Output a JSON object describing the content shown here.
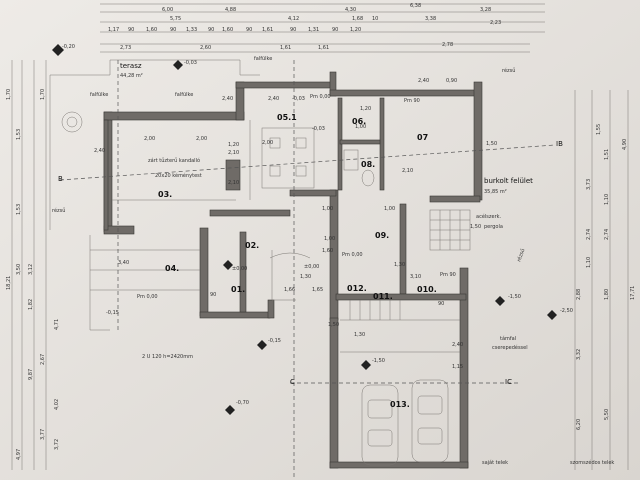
{
  "top_dims": {
    "row1": [
      "6,38"
    ],
    "row2": [
      "6,00",
      "4,88",
      "4,30",
      "3,28"
    ],
    "row3": [
      "5,75",
      "4,12",
      "1,68",
      "10",
      "3,38",
      "2,23"
    ],
    "row4": [
      "1,17",
      "90",
      "1,60",
      "90",
      "1,33",
      "90",
      "1,60",
      "90",
      "1,61",
      "90",
      "1,31",
      "90",
      "1,20"
    ],
    "row5": [
      "2,73",
      "2,60",
      "1,61",
      "1,61",
      "2,78"
    ]
  },
  "left_dims": [
    "1,70",
    "1,53",
    "1,53",
    "3,50",
    "3,12",
    "1,82",
    "9,87",
    "18,21",
    "1,70",
    "4,71",
    "2,67",
    "3,77",
    "4,02",
    "3,72",
    "4,97"
  ],
  "right_dims": [
    "1,55",
    "1,51",
    "3,73",
    "4,90",
    "1,10",
    "2,74",
    "2,74",
    "17,71",
    "1,10",
    "2,88",
    "1,80",
    "3,32",
    "5,50",
    "6,20"
  ],
  "rooms": {
    "r03": "03.",
    "r04": "04.",
    "r05": "05.1",
    "r06": "06.",
    "r07": "07",
    "r08": "08.",
    "r09": "09.",
    "r01": "01.",
    "r02": "02.",
    "r010": "010.",
    "r011": "011.",
    "r012": "012.",
    "r013": "013."
  },
  "labels": {
    "terasz": "terasz",
    "terasz_area": "44,28 m²",
    "kandallo": "zárt tűzterű kandalló",
    "kemeny": "20x20 kéménytest",
    "burkolt": "burkolt felület",
    "burkolt_area": "35,85 m²",
    "acelszerkezet": "acélszerk.",
    "pergola": "pergola",
    "rezsu1": "rézsű",
    "rezsu2": "rézsű",
    "rezsu3": "rézsű",
    "falfulke1": "falfülke",
    "falfulke2": "falfülke",
    "falfulke3": "falfülke",
    "tamfal": "támfal",
    "csorepe": "cserepedéssel",
    "lepcso": "2 U 120 h=2420mm",
    "sajat_telek": "saját telek",
    "szomszedos": "szomszédos telek"
  },
  "sections": {
    "b_left": "B",
    "b_right": "IB",
    "c_left": "C",
    "c_right": "IC"
  },
  "levels": [
    "-0,20",
    "-0,03",
    "-0,03",
    "±0,00",
    "-0,70",
    "-1,50",
    "-1,50",
    "-2,50",
    "-0,15",
    "-0,15",
    "±0,00",
    "-0,03"
  ],
  "room_dims": [
    "2,40",
    "2,00",
    "2,00",
    "2,00",
    "1,20",
    "2,10",
    "2,10",
    "1,00",
    "1,20",
    "1,00",
    "1,50",
    "2,10",
    "1,00",
    "0,90",
    "Pm 0,00",
    "Pm 0,00",
    "Pm 0,00",
    "Pm 90",
    "Pm 90",
    "1,30",
    "1,30",
    "1,00",
    "1,30",
    "3,10",
    "1,66",
    "1,65",
    "1,60",
    "1,15",
    "90",
    "90",
    "2,40",
    "2,40",
    "2,40",
    "3,40",
    "2,40",
    "1,50",
    "1,50"
  ]
}
